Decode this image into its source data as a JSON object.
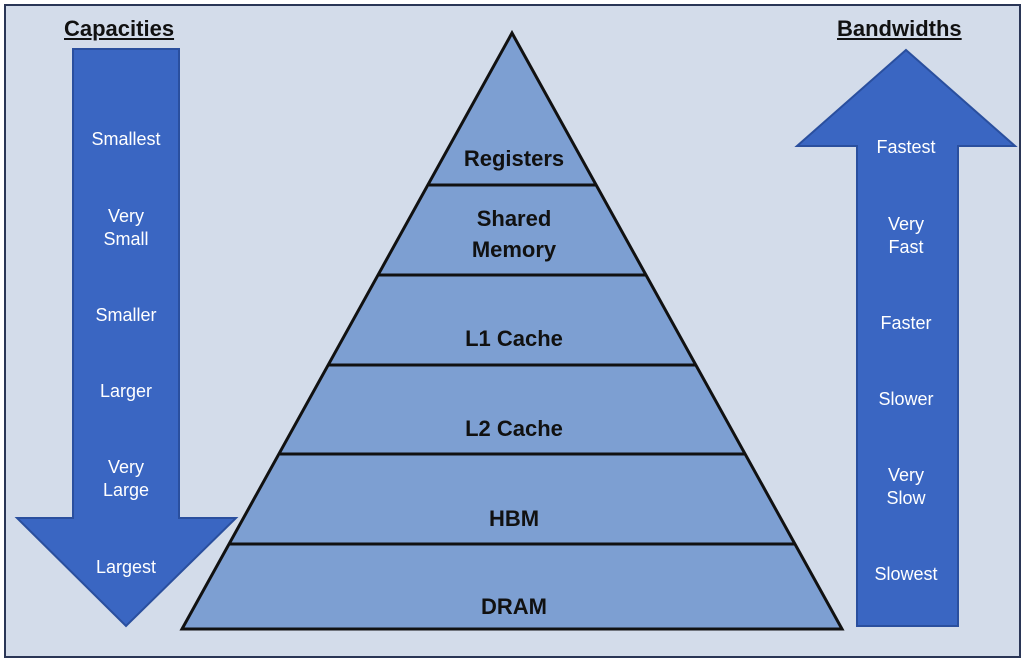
{
  "capacities": {
    "heading": "Capacities",
    "labels": [
      "Smallest",
      "Very\nSmall",
      "Smaller",
      "Larger",
      "Very\nLarge",
      "Largest"
    ]
  },
  "bandwidths": {
    "heading": "Bandwidths",
    "labels": [
      "Fastest",
      "Very\nFast",
      "Faster",
      "Slower",
      "Very\nSlow",
      "Slowest"
    ]
  },
  "pyramid": {
    "levels": [
      "Registers",
      "Shared\nMemory",
      "L1 Cache",
      "L2 Cache",
      "HBM",
      "DRAM"
    ]
  },
  "colors": {
    "background": "#d3dcea",
    "arrow_fill": "#3a66c2",
    "pyramid_fill": "#7d9fd2",
    "outline": "#111111"
  }
}
